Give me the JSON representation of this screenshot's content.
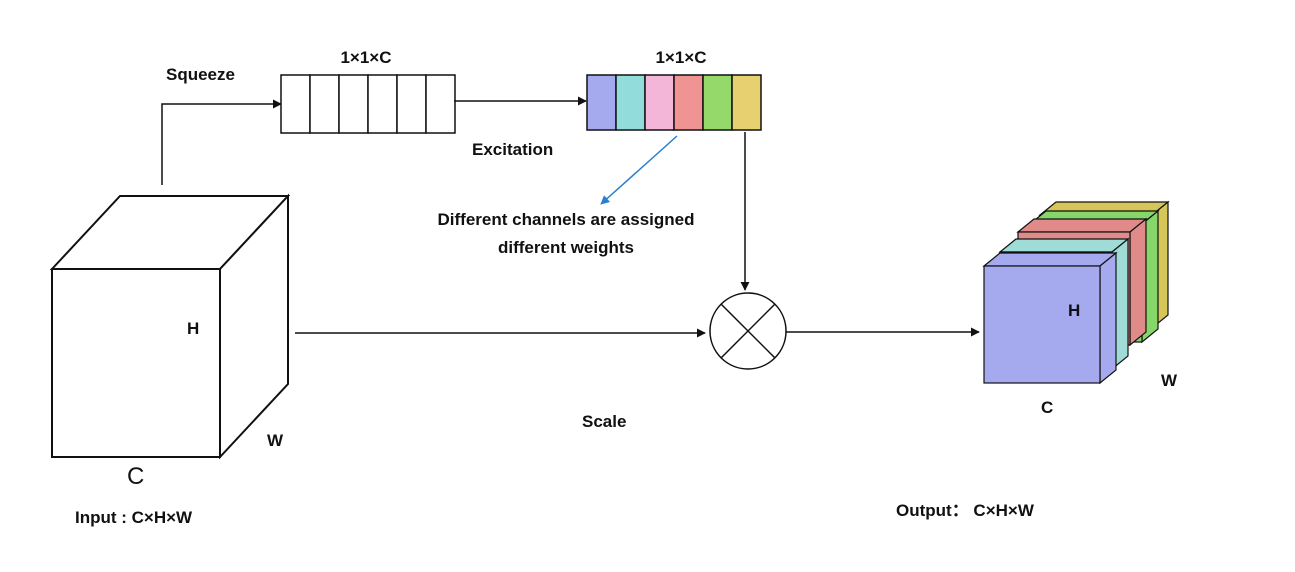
{
  "labels": {
    "squeeze": "Squeeze",
    "excitation": "Excitation",
    "scale": "Scale",
    "squeeze_dims": "1×1×C",
    "excite_dims": "1×1×C",
    "note_line1": "Different channels are assigned",
    "note_line2": "different weights",
    "input_h": "H",
    "input_w": "W",
    "input_c": "C",
    "input_caption": "Input : C×H×W",
    "output_h": "H",
    "output_w": "W",
    "output_c": "C",
    "output_caption": "Output： C×H×W"
  },
  "colors": {
    "stroke": "#111111",
    "note_arrow": "#2a7fd0",
    "channel_weights": [
      "#a5a9ee",
      "#93dcdc",
      "#f3b6d8",
      "#ef9393",
      "#95d96a",
      "#e6d070"
    ],
    "output_layers": [
      "#d6c65a",
      "#86d66a",
      "#e08a8a",
      "#9fdcd8",
      "#a5a9ee"
    ]
  },
  "squeeze_vector": {
    "cells": 6
  },
  "excitation_vector": {
    "cells": 6
  }
}
